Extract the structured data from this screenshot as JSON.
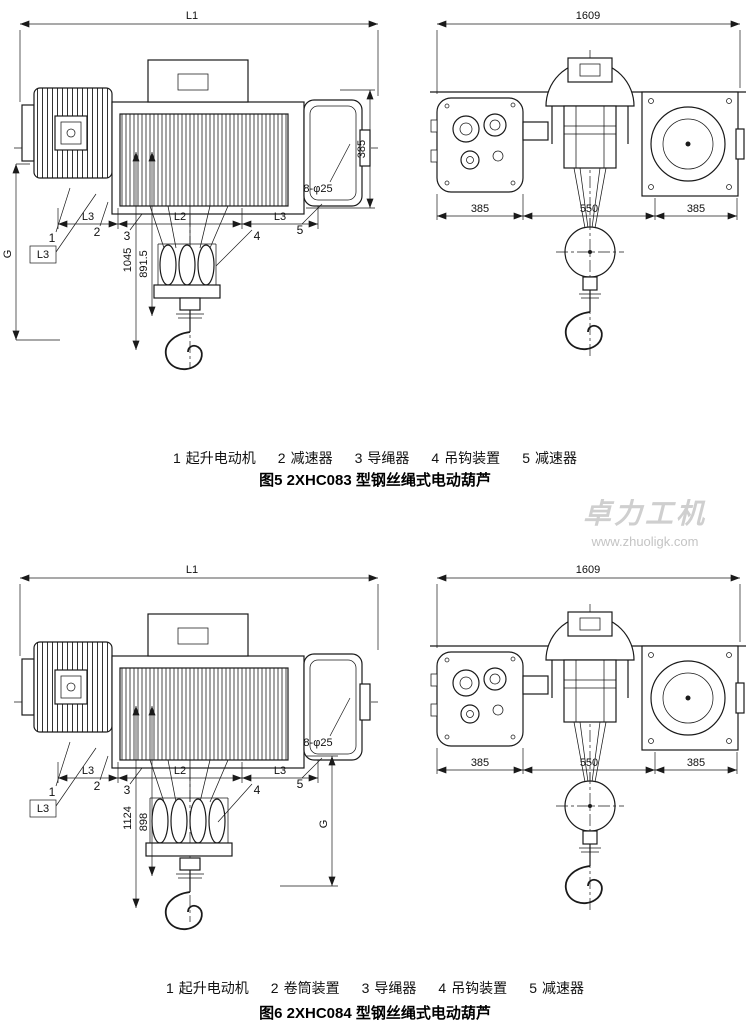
{
  "watermark": {
    "brand": "卓力工机",
    "url": "www.zhuoligk.com"
  },
  "figures": [
    {
      "name": "figure-5",
      "caption": "图5 2XHC083 型钢丝绳式电动葫芦",
      "legend": [
        {
          "num": "1",
          "label": "起升电动机"
        },
        {
          "num": "2",
          "label": "减速器"
        },
        {
          "num": "3",
          "label": "导绳器"
        },
        {
          "num": "4",
          "label": "吊钩装置"
        },
        {
          "num": "5",
          "label": "减速器"
        }
      ],
      "front": {
        "L1": "L1",
        "h385": "385",
        "holes": "8-φ25",
        "L3_left": "L3",
        "L2": "L2",
        "L3_right": "L3",
        "v1": "1045",
        "v2": "891.5",
        "G": "G",
        "L3_box": "L3",
        "c1": "1",
        "c2": "2",
        "c3": "3",
        "c4": "4",
        "c5": "5"
      },
      "side": {
        "w1609": "1609",
        "d1": "385",
        "d2": "550",
        "d3": "385"
      }
    },
    {
      "name": "figure-6",
      "caption": "图6 2XHC084 型钢丝绳式电动葫芦",
      "legend": [
        {
          "num": "1",
          "label": "起升电动机"
        },
        {
          "num": "2",
          "label": "卷筒装置"
        },
        {
          "num": "3",
          "label": "导绳器"
        },
        {
          "num": "4",
          "label": "吊钩装置"
        },
        {
          "num": "5",
          "label": "减速器"
        }
      ],
      "front": {
        "L1": "L1",
        "holes": "8-φ25",
        "L3_left": "L3",
        "L2": "L2",
        "L3_right": "L3",
        "v1": "1124",
        "v2": "898",
        "G": "G",
        "L3_box": "L3",
        "c1": "1",
        "c2": "2",
        "c3": "3",
        "c4": "4",
        "c5": "5"
      },
      "side": {
        "w1609": "1609",
        "d1": "385",
        "d2": "550",
        "d3": "385"
      }
    }
  ]
}
